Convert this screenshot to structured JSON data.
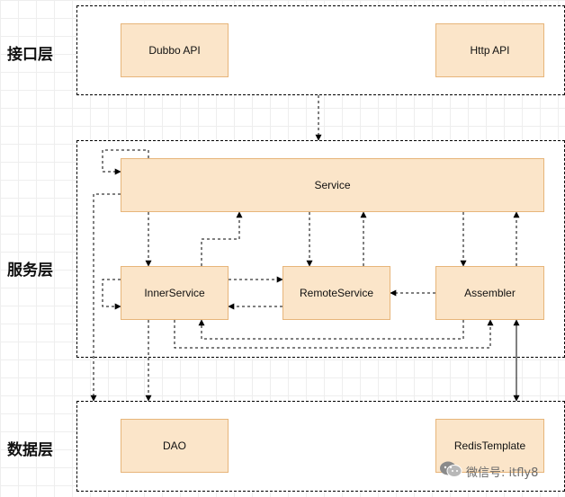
{
  "layers": {
    "interface": "接口层",
    "service": "服务层",
    "data": "数据层"
  },
  "nodes": {
    "dubbo_api": "Dubbo API",
    "http_api": "Http API",
    "service": "Service",
    "inner_service": "InnerService",
    "remote_service": "RemoteService",
    "assembler": "Assembler",
    "dao": "DAO",
    "redis_template": "RedisTemplate"
  },
  "colors": {
    "node_fill": "#fbe5c9",
    "node_border": "#e7b57a"
  },
  "watermark": {
    "text": "微信号: itfly8",
    "icon": "wechat-icon"
  }
}
